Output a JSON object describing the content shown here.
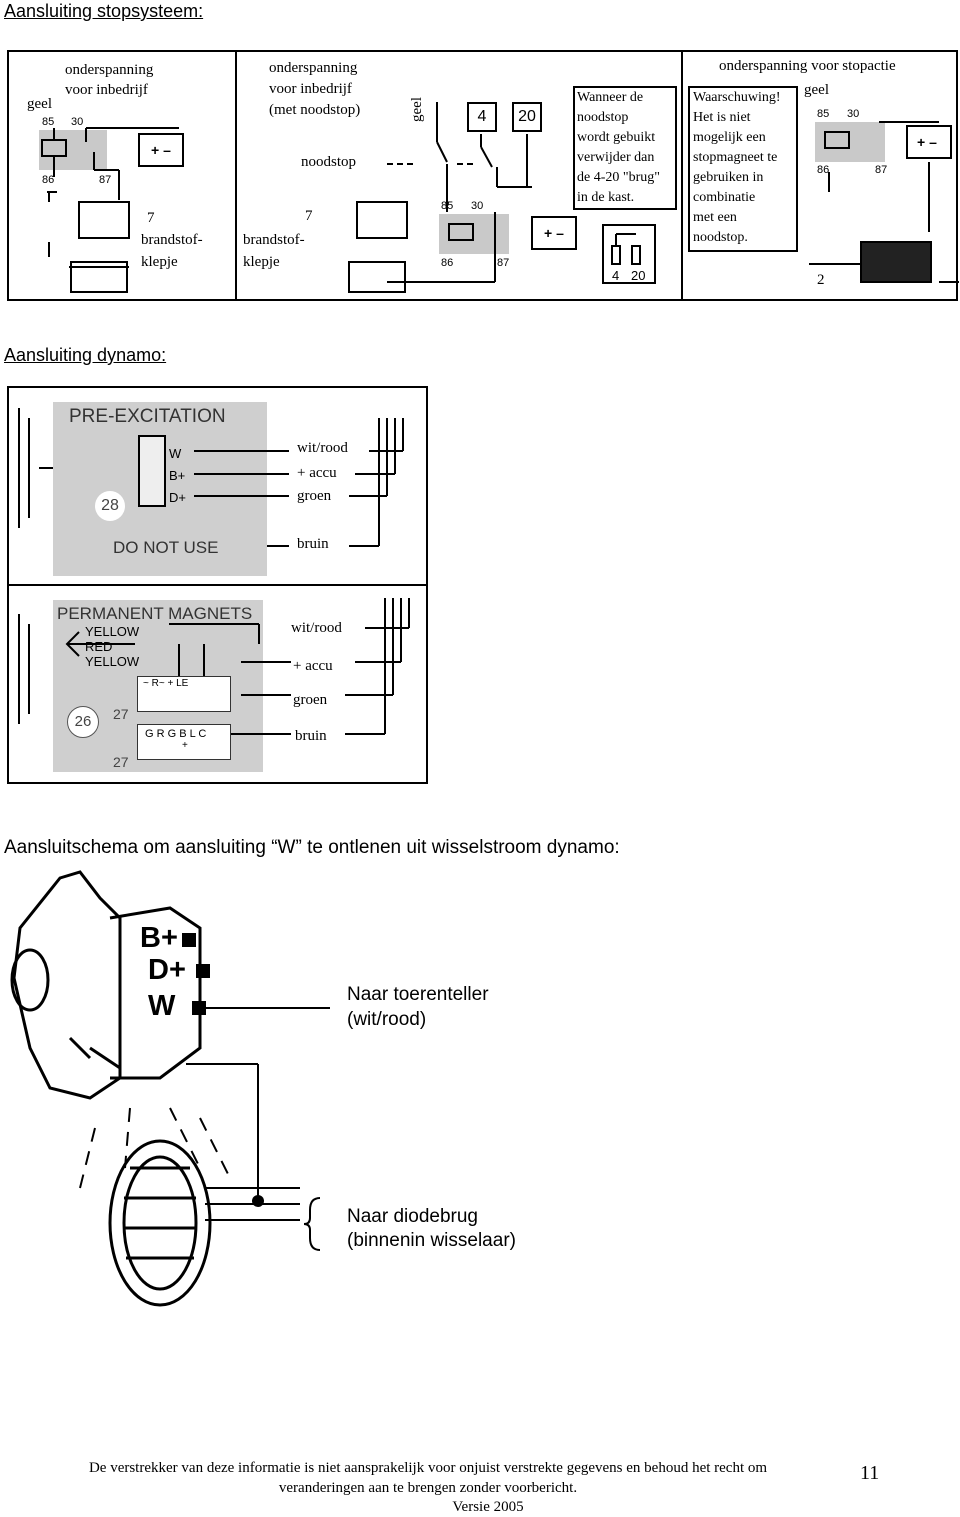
{
  "section1": {
    "heading": "Aansluiting stopsysteem:",
    "panelA": {
      "title_line1": "onderspanning",
      "title_line2": "voor inbedrijf",
      "geel": "geel",
      "t85": "85",
      "t30": "30",
      "t86": "86",
      "t87": "87",
      "num7": "7",
      "brand1": "brandstof-",
      "brand2": "klepje"
    },
    "panelB": {
      "title_line1": "onderspanning",
      "title_line2": "voor inbedrijf",
      "title_line3": "(met noodstop)",
      "noodstop": "noodstop",
      "geel": "geel",
      "box4": "4",
      "box20": "20",
      "num7": "7",
      "brand1": "brandstof-",
      "brand2": "klepje",
      "t85": "85",
      "t30": "30",
      "t86": "86",
      "t87": "87"
    },
    "panelC": {
      "lines": [
        "Wanneer de",
        "noodstop",
        "wordt gebuikt",
        "verwijder dan",
        "de 4-20 \"brug\"",
        "in de kast."
      ],
      "l4": "4",
      "l20": "20"
    },
    "panelD": {
      "title": "onderspanning voor stopactie",
      "warning": [
        "Waarschuwing!",
        "Het is niet",
        "mogelijk een",
        "stopmagneet te",
        "gebruiken in",
        "combinatie",
        "met een",
        "noodstop."
      ],
      "geel": "geel",
      "t85": "85",
      "t30": "30",
      "t86": "86",
      "t87": "87",
      "num2": "2"
    }
  },
  "section2": {
    "heading": "Aansluiting dynamo:",
    "top": {
      "title": "PRE-EXCITATION",
      "term_w": "W",
      "term_b": "B+",
      "term_d": "D+",
      "num28": "28",
      "donotuse": "DO NOT USE",
      "wire1": "wit/rood",
      "wire2": "+ accu",
      "wire3": "groen",
      "wire4": "bruin"
    },
    "bottom": {
      "title": "PERMANENT MAGNETS",
      "yellow1": "YELLOW",
      "red": "RED",
      "yellow2": "YELLOW",
      "num26": "26",
      "num27a": "27",
      "num27b": "27",
      "reg_top": "~ R~ + LE",
      "reg_bot": "G R G B L C",
      "plus": "+",
      "wire1": "wit/rood",
      "wire2": "+ accu",
      "wire3": "groen",
      "wire4": "bruin"
    }
  },
  "section3": {
    "heading": "Aansluitschema om aansluiting “W” te ontlenen uit wisselstroom dynamo:",
    "term_b": "B+",
    "term_d": "D+",
    "term_w": "W",
    "label1_line1": "Naar toerenteller",
    "label1_line2": "(wit/rood)",
    "label2_line1": "Naar diodebrug",
    "label2_line2": "(binnenin wisselaar)"
  },
  "footer": {
    "line1": "De verstrekker van deze informatie is niet aansprakelijk voor onjuist verstrekte gegevens en behoud het recht om",
    "line2": "veranderingen aan te brengen zonder voorbericht.",
    "line3": "Versie 2005",
    "page": "11"
  }
}
